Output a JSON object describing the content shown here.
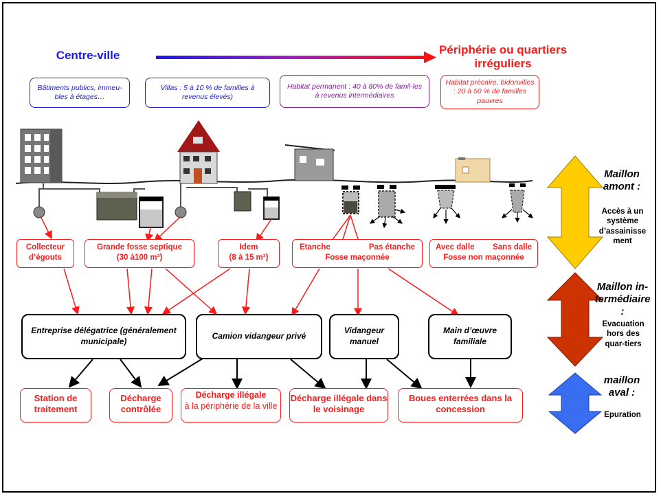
{
  "header": {
    "left": "Centre-ville",
    "right_line1": "Périphérie ou quartiers",
    "right_line2": "irréguliers"
  },
  "zones": [
    {
      "text": "Bâtiments publics, immeu-bles à étages…",
      "color": "#2020d0"
    },
    {
      "text": "Villas : 5 à 10 % de familles à revenus élevés)",
      "color": "#2020d0"
    },
    {
      "text": "Habitat permanent : 40 à 80% de famil-les à revenus intermédiaires",
      "color": "#8a1aa0"
    },
    {
      "text": "Habitat précaire, bidonvilles : 20 à 50 % de familles pauvres",
      "color": "#ff1a1a"
    }
  ],
  "infrastructures": {
    "collecteur": "Collecteur d’égouts",
    "grande_fosse_l1": "Grande fosse septique",
    "grande_fosse_l2": "(30 à100 m³)",
    "idem_l1": "Idem",
    "idem_l2": "(8 à 15 m³)",
    "etanche": "Etanche",
    "pas_etanche": "Pas étanche",
    "fosse_maconnee": "Fosse maçonnée",
    "avec_dalle": "Avec dalle",
    "sans_dalle": "Sans dalle",
    "fosse_non_maconnee": "Fosse non maçonnée"
  },
  "operators": {
    "entreprise": "Entreprise délégatrice (généralement municipale)",
    "camion": "Camion vidangeur privé",
    "vidangeur": "Vidangeur manuel",
    "main_oeuvre": "Main d’œuvre familiale"
  },
  "outcomes": {
    "station": "Station de traitement",
    "decharge_controlee": "Décharge contrôlée",
    "illegale_peri_b": "Décharge illégale",
    "illegale_peri_n": "à la périphérie de la ville",
    "illegale_voisinage": "Décharge illégale dans le voisinage",
    "boues": "Boues enterrées dans la concession"
  },
  "side": {
    "amont_title": "Maillon amont :",
    "amont_desc": "Accès à un système d’assainisse ment",
    "intermediaire_title": "Maillon in-termédiaire :",
    "intermediaire_desc": "Evacuation hors des quar-tiers",
    "aval_title": "maillon aval :",
    "aval_desc": "Epuration"
  },
  "colors": {
    "red": "#ff1a1a",
    "blue": "#2020d0",
    "purple": "#8a1aa0",
    "arrow_amont": "#ffcc00",
    "arrow_intermediaire": "#cc3300",
    "arrow_aval": "#3a6ef0"
  }
}
